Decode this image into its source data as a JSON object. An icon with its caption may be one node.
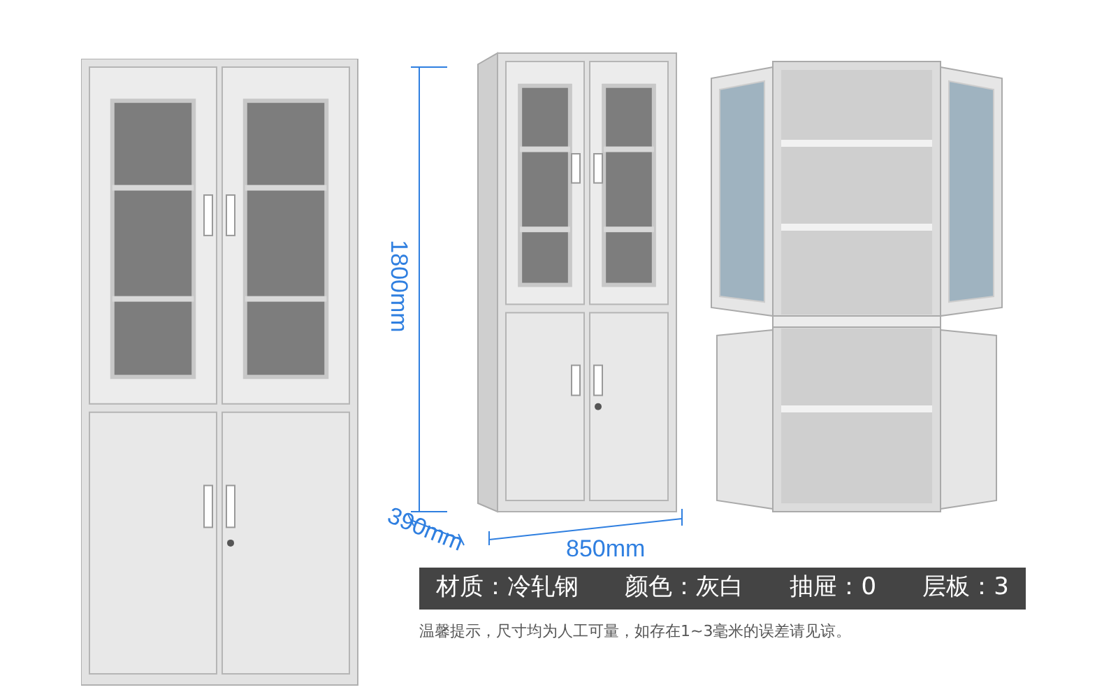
{
  "diagram": {
    "labels": [
      "1800mm",
      "390mm",
      "850mm",
      "材质：冷轧钢",
      "颜色：灰白",
      "抽屉：0",
      "层板：3",
      "温馨提示，尺寸均为人工可量，如存在1~3毫米的误差请见谅。"
    ]
  }
}
